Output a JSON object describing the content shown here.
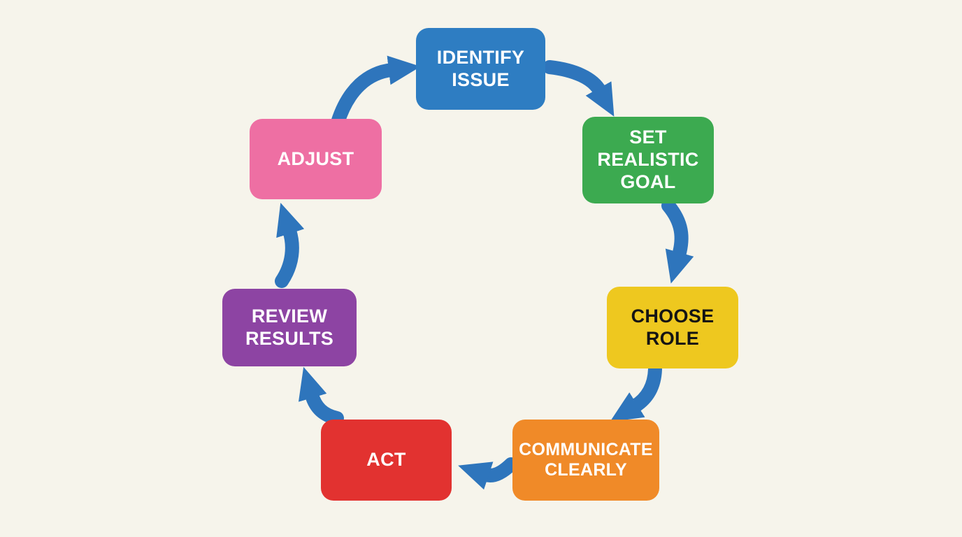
{
  "diagram": {
    "background": "#f6f4eb",
    "arrow_color": "#2e75bc",
    "steps": [
      {
        "id": "identify-issue",
        "label": "IDENTIFY ISSUE",
        "color": "#2e7dc2",
        "text_color": "#ffffff"
      },
      {
        "id": "set-realistic-goal",
        "label": "SET REALISTIC GOAL",
        "color": "#3caa50",
        "text_color": "#ffffff"
      },
      {
        "id": "choose-role",
        "label": "CHOOSE ROLE",
        "color": "#eec81f",
        "text_color": "#141414"
      },
      {
        "id": "communicate-clearly",
        "label": "COMMUNICATE CLEARLY",
        "color": "#f08a28",
        "text_color": "#ffffff"
      },
      {
        "id": "act",
        "label": "ACT",
        "color": "#e23230",
        "text_color": "#ffffff"
      },
      {
        "id": "review-results",
        "label": "REVIEW RESULTS",
        "color": "#8d44a3",
        "text_color": "#ffffff"
      },
      {
        "id": "adjust",
        "label": "ADJUST",
        "color": "#ee6fa3",
        "text_color": "#ffffff"
      }
    ],
    "flow_order": "identify-issue > set-realistic-goal > choose-role > communicate-clearly > act > review-results > adjust > identify-issue"
  }
}
